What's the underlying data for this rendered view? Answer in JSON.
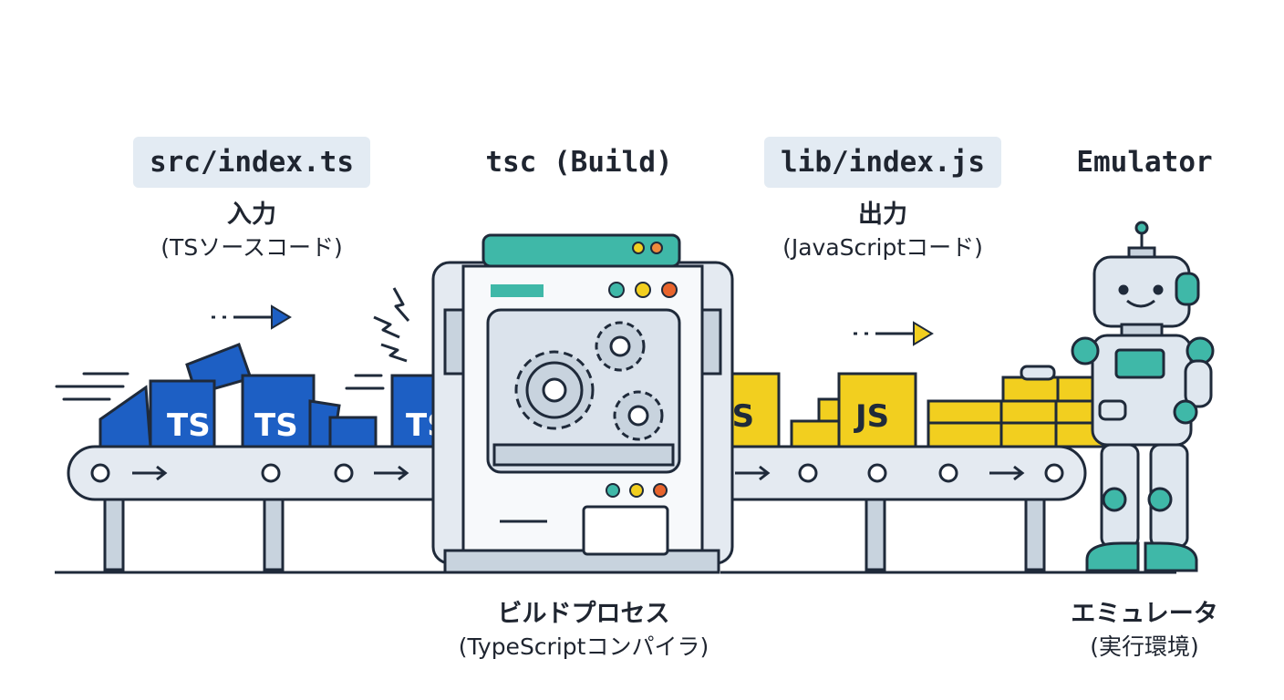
{
  "stages": {
    "source": {
      "file": "src/index.ts",
      "title": "入力",
      "subtitle": "(TSソースコード)"
    },
    "build": {
      "heading": "tsc (Build)",
      "title": "ビルドプロセス",
      "subtitle": "(TypeScriptコンパイラ)"
    },
    "output": {
      "file": "lib/index.js",
      "title": "出力",
      "subtitle": "(JavaScriptコード)"
    },
    "runtime": {
      "heading": "Emulator",
      "title": "エミュレータ",
      "subtitle": "(実行環境)"
    }
  },
  "boxes": {
    "ts_label": "TS",
    "js_label": "JS"
  },
  "colors": {
    "ts_blue": "#1d5fc4",
    "js_yellow": "#f2cf1f",
    "teal": "#3fb8a8",
    "outline": "#1f2a3a",
    "belt": "#e4eaf1"
  }
}
